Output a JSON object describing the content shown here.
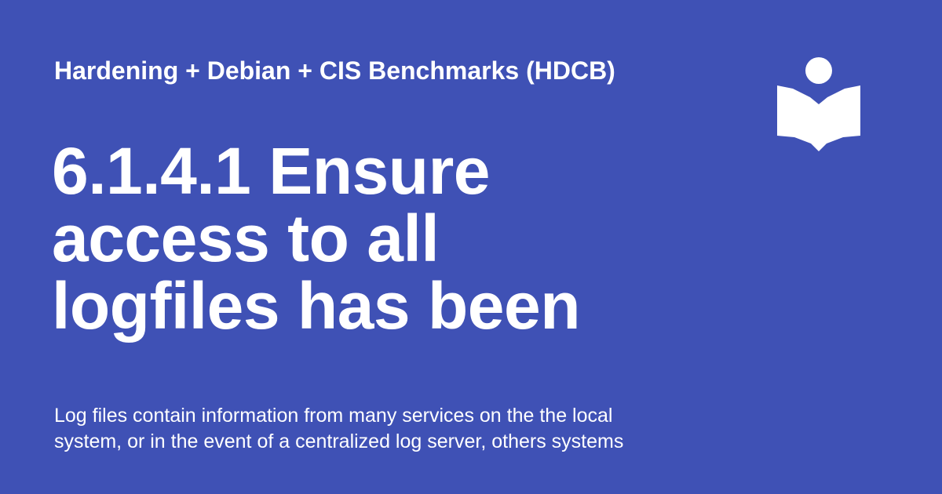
{
  "site": {
    "title": "Hardening + Debian + CIS Benchmarks (HDCB)"
  },
  "page": {
    "title_lines": [
      "6.1.4.1 Ensure",
      "access to all",
      "logfiles has been"
    ],
    "description_lines": [
      "Log files contain information from many services on the the local",
      "system, or in the event of a centralized log server, others systems"
    ]
  },
  "colors": {
    "background": "#3f51b5",
    "foreground": "#ffffff"
  },
  "icons": {
    "logo": "reader-book-icon"
  }
}
